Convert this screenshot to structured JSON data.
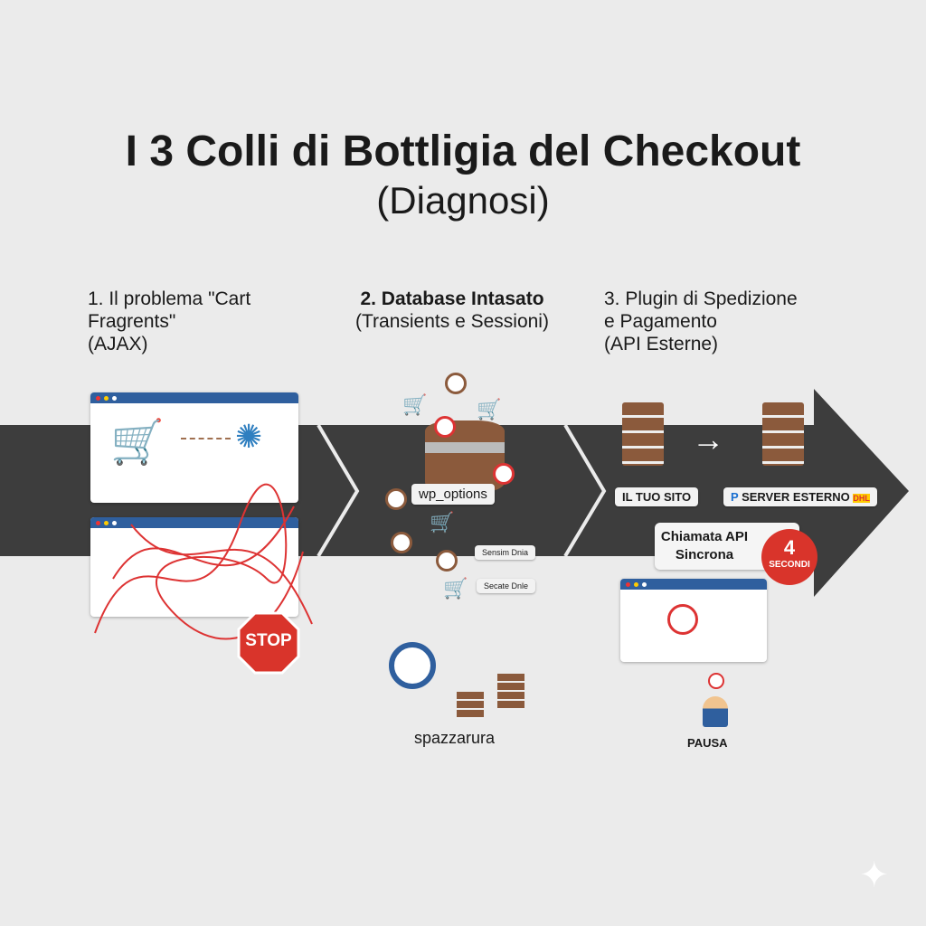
{
  "title": "I 3 Colli di Bottligia del Checkout",
  "subtitle": "(Diagnosi)",
  "sections": [
    {
      "heading": [
        "1. Il problema \"Cart",
        "Fragrents\"",
        "(AJAX)"
      ],
      "stop": "STOP"
    },
    {
      "heading": [
        "2. Database Intasato",
        "(Transients e Sessioni)"
      ],
      "db_label": "wp_options",
      "note1": "Sensim Dnia",
      "note2": "Secate Dnle",
      "sweep": "spazzarura"
    },
    {
      "heading": [
        "3. Plugin di Spedizione",
        "e Pagamento",
        "(API Esterne)"
      ],
      "site": "IL TUO SITO",
      "external": "SERVER ESTERNO",
      "bubble": [
        "Chiamata API",
        "Sincrona"
      ],
      "seconds_num": "4",
      "seconds_label": "SECONDI",
      "pause": "PAUSA"
    }
  ],
  "colors": {
    "band": "#3d3d3d",
    "accent_red": "#d9342b",
    "blue": "#2f5f9e",
    "brown": "#8b5a3c"
  }
}
